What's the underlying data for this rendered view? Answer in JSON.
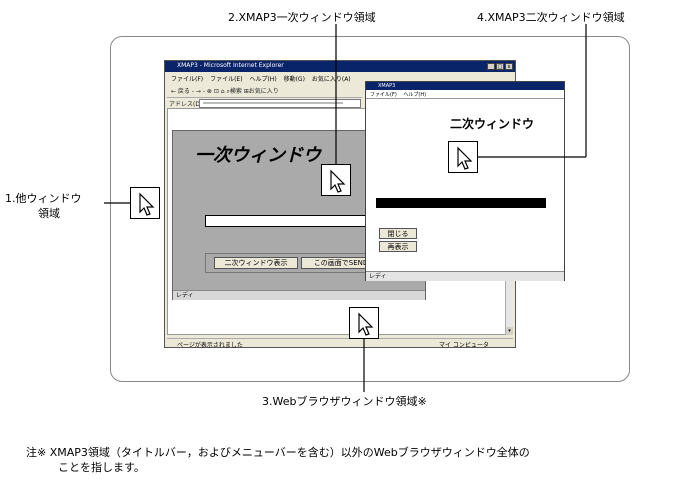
{
  "callouts": {
    "primary_region": "2.XMAP3一次ウィンドウ領域",
    "secondary_region": "4.XMAP3二次ウィンドウ領域",
    "other_region_line1": "1.他ウィンドウ",
    "other_region_line2": "領域",
    "browser_region": "3.Webブラウザウィンドウ領域※"
  },
  "browser": {
    "title": "XMAP3 - Microsoft Internet Explorer",
    "menu": [
      "ファイル(F)",
      "ファイル(E)",
      "ヘルプ(H)",
      "移動(G)",
      "お気に入り(A)"
    ],
    "toolbar": "← 戻る - → - ⊗ ⊡ ⌂  ⌕検索  ⊞お気に入り",
    "address_label": "アドレス(D)",
    "status_left": "ページが表示されました",
    "status_right": "マイ コンピュータ"
  },
  "primary": {
    "heading": "一次ウィンドウ",
    "button_secondary": "二次ウィンドウ表示",
    "button_send": "この画面でSEND",
    "status": "レディ"
  },
  "secondary": {
    "title": "XMAP3",
    "menu": [
      "ファイル(F)",
      "ヘルプ(H)"
    ],
    "heading": "二次ウィンドウ",
    "button_close": "閉じる",
    "button_redisplay": "再表示",
    "status": "レディ"
  },
  "note": {
    "line1": "注※ XMAP3領域（タイトルバー，およびメニューバーを含む）以外のWebブラウザウィンドウ全体の",
    "line2": "ことを指します。"
  },
  "icons": [
    "cursor-arrow-icon"
  ]
}
